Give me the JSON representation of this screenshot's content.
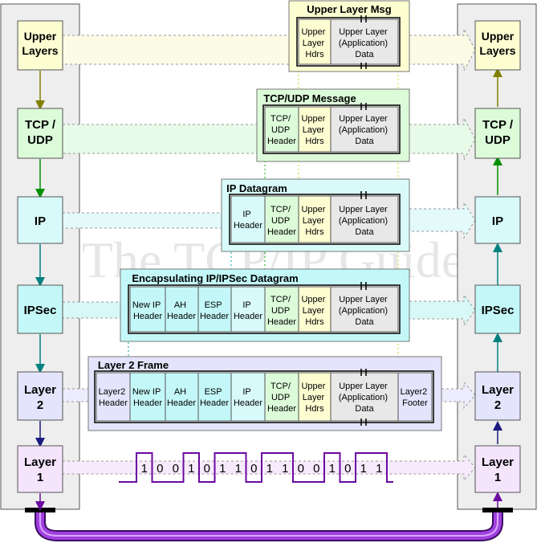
{
  "watermark": "The TCP/IP Guide",
  "layers": [
    {
      "l1": "Upper",
      "l2": "Layers"
    },
    {
      "l1": "TCP /",
      "l2": "UDP"
    },
    {
      "l1": "IP",
      "l2": ""
    },
    {
      "l1": "IPSec",
      "l2": ""
    },
    {
      "l1": "Layer",
      "l2": "2"
    },
    {
      "l1": "Layer",
      "l2": "1"
    }
  ],
  "colors": {
    "upper": "#fdfdd2",
    "tcp": "#dcfbd9",
    "ip": "#d8fafa",
    "ipsec": "#c4f8f8",
    "l2": "#e4e4fc",
    "l1": "#f4e4fc",
    "data": "#e8e8e8",
    "hdrs": "#fdfdd2",
    "stack_bg": "#eeeeee",
    "cable": "#a040e0"
  },
  "titles": {
    "upper": "Upper Layer Msg",
    "tcp": "TCP/UDP Message",
    "ip": "IP Datagram",
    "ipsec": "Encapsulating IP/IPSec Datagram",
    "l2": "Layer 2 Frame"
  },
  "cells": {
    "ul_hdrs": [
      "Upper",
      "Layer",
      "Hdrs"
    ],
    "ul_data": [
      "Upper Layer",
      "(Application)",
      "Data"
    ],
    "tcp_hdr": [
      "TCP/",
      "UDP",
      "Header"
    ],
    "ip_hdr": [
      "IP",
      "Header"
    ],
    "ip_hdr2": [
      "IP",
      "Header"
    ],
    "new_ip_hdr": [
      "New IP",
      "Header"
    ],
    "ah_hdr": [
      "AH",
      "Header"
    ],
    "esp_hdr": [
      "ESP",
      "Header"
    ],
    "l2_hdr": [
      "Layer2",
      "Header"
    ],
    "l2_ftr": [
      "Layer2",
      "Footer"
    ]
  },
  "bits": [
    "1",
    "0",
    "0",
    "1",
    "0",
    "1",
    "1",
    "0",
    "1",
    "1",
    "0",
    "0",
    "1",
    "0",
    "1",
    "1"
  ]
}
